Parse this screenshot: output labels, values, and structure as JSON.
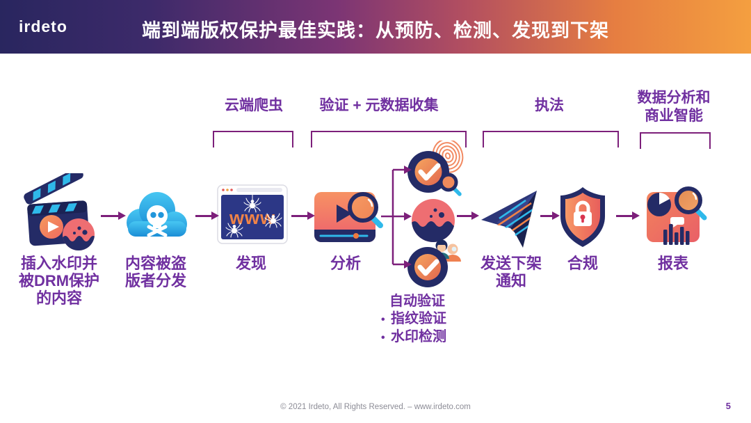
{
  "header": {
    "logo_text": "irdeto",
    "title": "端到端版权保护最佳实践：从预防、检测、发现到下架"
  },
  "phases": [
    {
      "lines": [
        "云端爬虫"
      ]
    },
    {
      "lines": [
        "验证 + 元数据收集"
      ]
    },
    {
      "lines": [
        "执法"
      ]
    },
    {
      "lines": [
        "数据分析和",
        "商业智能"
      ]
    }
  ],
  "steps": [
    {
      "icon": "watermark-drm-content-icon",
      "lines": [
        "插入水印并",
        "被DRM保护",
        "的内容"
      ]
    },
    {
      "icon": "pirated-cloud-icon",
      "lines": [
        "内容被盗",
        "版者分发"
      ]
    },
    {
      "icon": "web-crawler-icon",
      "lines": [
        "发现"
      ]
    },
    {
      "icon": "video-analysis-icon",
      "lines": [
        "分析"
      ]
    },
    {
      "icon": "takedown-notice-icon",
      "lines": [
        "发送下架",
        "通知"
      ]
    },
    {
      "icon": "compliance-shield-icon",
      "lines": [
        "合规"
      ]
    },
    {
      "icon": "report-icon",
      "lines": [
        "报表"
      ]
    }
  ],
  "verification": {
    "title": "自动验证",
    "bullet": "•",
    "items": [
      "指纹验证",
      "水印检测"
    ]
  },
  "browser_text": "www",
  "footer": {
    "copyright": "© 2021 Irdeto, All Rights Reserved. – www.irdeto.com",
    "page": "5"
  },
  "colors": {
    "label_purple": "#7030a0",
    "connector_purple": "#7c1f7a",
    "header_navy": "#29265f",
    "header_orange": "#f49f40",
    "icon_navy": "#242b66",
    "icon_coral": "#ee6e72",
    "icon_cyan": "#2fb9ea",
    "icon_orange": "#f08347"
  }
}
